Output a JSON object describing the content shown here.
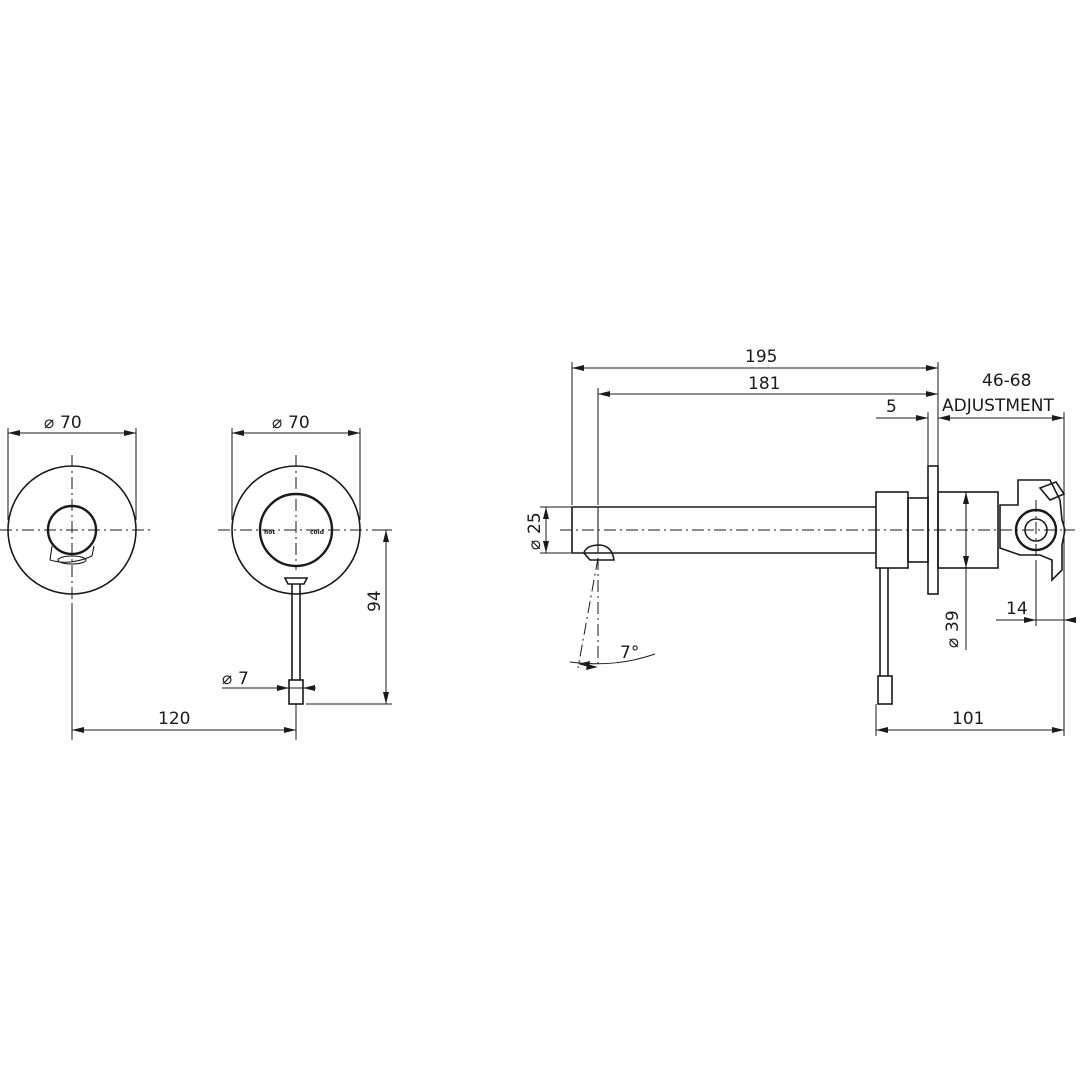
{
  "dimensions": {
    "front_plate_dia": "70",
    "mixer_plate_dia": "70",
    "lever_dia": "7",
    "lever_drop": "94",
    "centres": "120",
    "spout_overall": "195",
    "spout_projection": "181",
    "plate_thickness": "5",
    "adjustment_range": "46-68",
    "adjustment_label": "ADJUSTMENT",
    "spout_dia": "25",
    "spout_angle": "7°",
    "body_dia": "39",
    "valve_offset": "14",
    "lever_projection": "101"
  },
  "diameter_symbol": "⌀",
  "lever_markings": {
    "hot": "hot",
    "cold": "cold"
  }
}
